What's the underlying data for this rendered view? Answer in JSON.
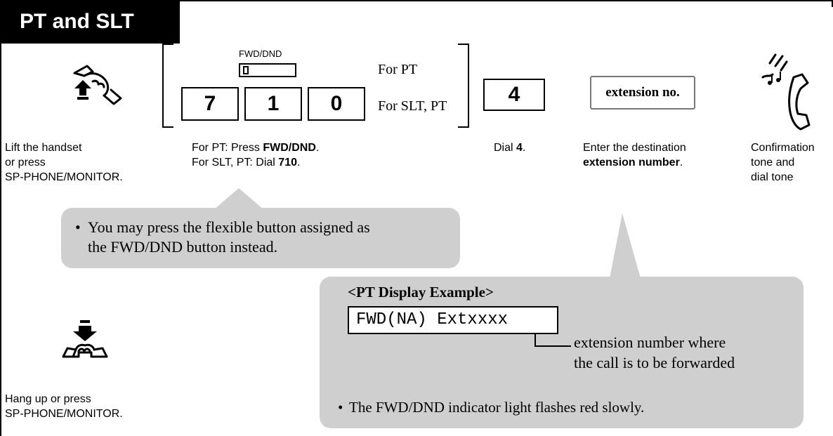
{
  "section_title": "PT and SLT",
  "fwd_dnd_button_label": "FWD/DND",
  "bracket_text": {
    "for_pt": "For PT",
    "for_slt_pt": "For SLT, PT"
  },
  "keys": [
    "7",
    "1",
    "0"
  ],
  "dial_key": "4",
  "extension_box": "extension no.",
  "captions": {
    "step1_line1": "Lift the handset",
    "step1_line2": "or press",
    "step1_line3": "SP-PHONE/MONITOR.",
    "step2_line1_prefix": "For PT: Press ",
    "step2_line1_bold": "FWD/DND",
    "step2_line1_suffix": ".",
    "step2_line2_prefix": "For SLT, PT: Dial ",
    "step2_line2_bold": "710",
    "step2_line2_suffix": ".",
    "step3_prefix": "Dial ",
    "step3_bold": "4",
    "step3_suffix": ".",
    "step4_line1": "Enter the destination",
    "step4_line2_bold": "extension number",
    "step4_line2_suffix": ".",
    "step5_line1": "Confirmation",
    "step5_line2": "tone and",
    "step5_line3": "dial tone",
    "hangup_line1": "Hang up or press",
    "hangup_line2": "SP-PHONE/MONITOR."
  },
  "note_bubble": {
    "bullet": "•",
    "line1": "You may press the flexible button assigned as",
    "line2": "the FWD/DND button instead."
  },
  "display_bubble": {
    "heading": "<PT Display Example>",
    "display_text": "FWD(NA) Extxxxx",
    "annotation_line1": "extension number where",
    "annotation_line2": "the call is to be forwarded",
    "bullet": "•",
    "note": "The FWD/DND indicator light flashes red slowly."
  },
  "icons": [
    "lift-handset-icon",
    "hang-up-icon",
    "ringing-handset-icon"
  ]
}
